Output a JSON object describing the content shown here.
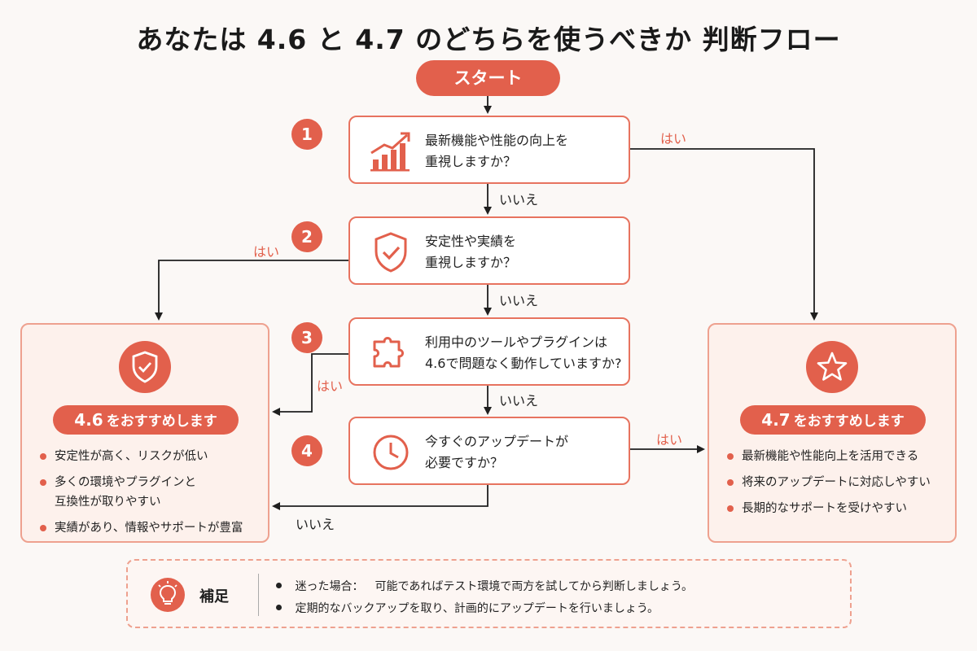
{
  "title": "あなたは 4.6 と 4.7 のどちらを使うべきか 判断フロー",
  "start_label": "スタート",
  "questions": [
    {
      "number": "1",
      "line1": "最新機能や性能の向上を",
      "line2": "重視しますか？",
      "icon": "chart-growth-icon"
    },
    {
      "number": "2",
      "line1": "安定性や実績を",
      "line2": "重視しますか？",
      "icon": "shield-check-icon"
    },
    {
      "number": "3",
      "line1": "利用中のツールやプラグインは",
      "line2": "4.6で問題なく動作していますか?",
      "icon": "puzzle-icon"
    },
    {
      "number": "4",
      "line1": "今すぐのアップデートが",
      "line2": "必要ですか？",
      "icon": "clock-icon"
    }
  ],
  "labels": {
    "yes": "はい",
    "no": "いいえ"
  },
  "results": {
    "left": {
      "version": "4.6",
      "suffix": "をおすすめします",
      "icon": "shield-check-icon",
      "points": [
        {
          "line1": "安定性が高く、リスクが低い",
          "line2": ""
        },
        {
          "line1": "多くの環境やプラグインと",
          "line2": "互換性が取りやすい"
        },
        {
          "line1": "実績があり、情報やサポートが豊富",
          "line2": ""
        }
      ]
    },
    "right": {
      "version": "4.7",
      "suffix": "をおすすめします",
      "icon": "star-icon",
      "points": [
        {
          "line1": "最新機能や性能向上を活用できる",
          "line2": ""
        },
        {
          "line1": "将来のアップデートに対応しやすい",
          "line2": ""
        },
        {
          "line1": "長期的なサポートを受けやすい",
          "line2": ""
        }
      ]
    }
  },
  "note": {
    "label": "補足",
    "icon": "lightbulb-icon",
    "line1_key": "迷った場合：",
    "line1_text": "可能であればテスト環境で両方を試してから判断しましょう。",
    "line2_text": "定期的なバックアップを取り、計画的にアップデートを行いましょう。"
  },
  "colors": {
    "accent": "#e2604c",
    "accent_light": "#fdf1ec",
    "border": "#e7735f",
    "background": "#fbf8f6"
  }
}
